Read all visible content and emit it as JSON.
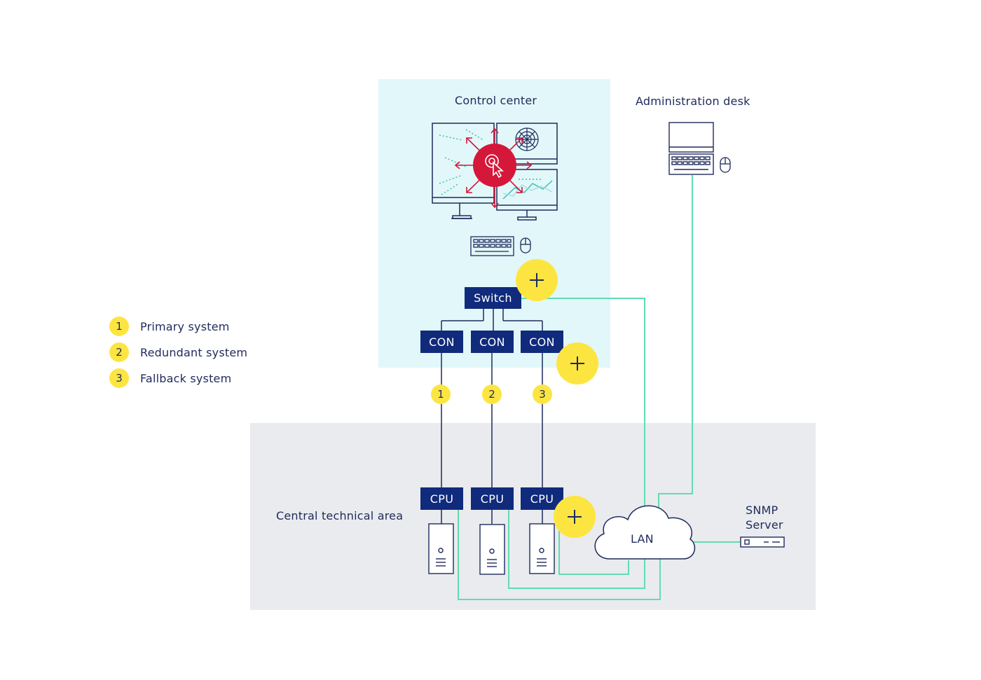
{
  "areas": {
    "control_center": "Control center",
    "administration_desk": "Administration desk",
    "central_technical_area": "Central technical area"
  },
  "devices": {
    "switch": "Switch",
    "con": [
      "CON",
      "CON",
      "CON"
    ],
    "cpu": [
      "CPU",
      "CPU",
      "CPU"
    ],
    "lan": "LAN",
    "snmp": [
      "SNMP",
      "Server"
    ]
  },
  "channel_badges": [
    "1",
    "2",
    "3"
  ],
  "legend": [
    {
      "num": "1",
      "label": "Primary system"
    },
    {
      "num": "2",
      "label": "Redundant system"
    },
    {
      "num": "3",
      "label": "Fallback system"
    }
  ],
  "colors": {
    "navy": "#102a7c",
    "yellow": "#fde541",
    "network_line": "#62dcb0",
    "control_bg": "#e2f7f9",
    "tech_bg": "#e9ebee",
    "accent_red": "#d5173a"
  },
  "icons": [
    "monitor-icon",
    "radar-icon",
    "cursor-icon",
    "keyboard-icon",
    "mouse-icon",
    "laptop-icon",
    "server-tower-icon",
    "cloud-icon",
    "rack-server-icon",
    "plus-icon"
  ]
}
